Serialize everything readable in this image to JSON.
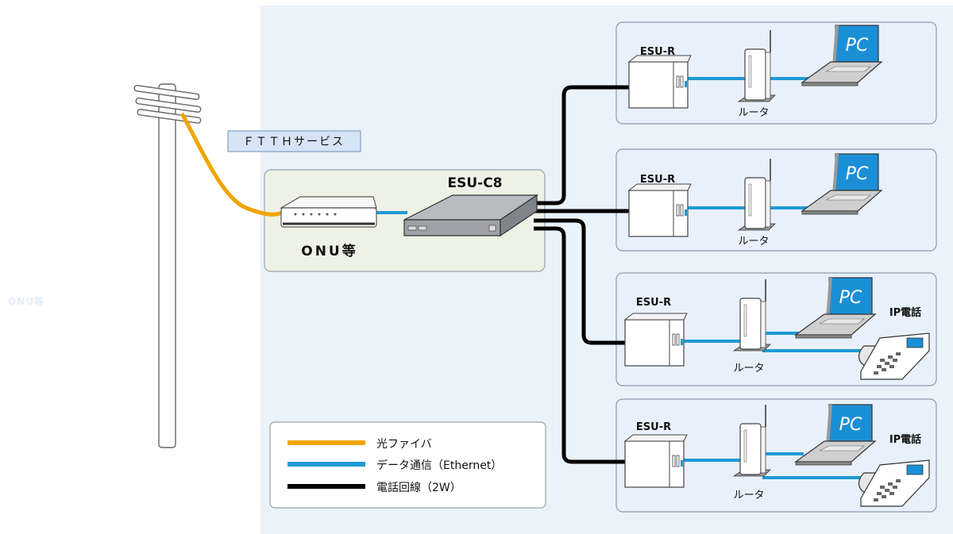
{
  "service_label": "ＦＴＴＨサービス",
  "onu_label": "ONU等",
  "hub_label": "ESU-C8",
  "ghost_text": "ONU等",
  "branches": [
    {
      "terminal": "ESU-R",
      "router": "ルータ",
      "pc": "PC",
      "phone": ""
    },
    {
      "terminal": "ESU-R",
      "router": "ルータ",
      "pc": "PC",
      "phone": ""
    },
    {
      "terminal": "ESU-R",
      "router": "ルータ",
      "pc": "PC",
      "phone": "IP電話"
    },
    {
      "terminal": "ESU-R",
      "router": "ルータ",
      "pc": "PC",
      "phone": "IP電話"
    }
  ],
  "legend": [
    {
      "label": "光ファイバ",
      "color": "#f0a500"
    },
    {
      "label": "データ通信（Ethernet）",
      "color": "#1e9ad6"
    },
    {
      "label": "電話回線（2W）",
      "color": "#000000"
    }
  ],
  "colors": {
    "background_panel": "#eaf2fa",
    "onu_panel": "#eef2e6",
    "fiber": "#f0a500",
    "ethernet": "#1e9ad6",
    "phone_line": "#000000",
    "pc_screen": "#1b8fd6"
  }
}
